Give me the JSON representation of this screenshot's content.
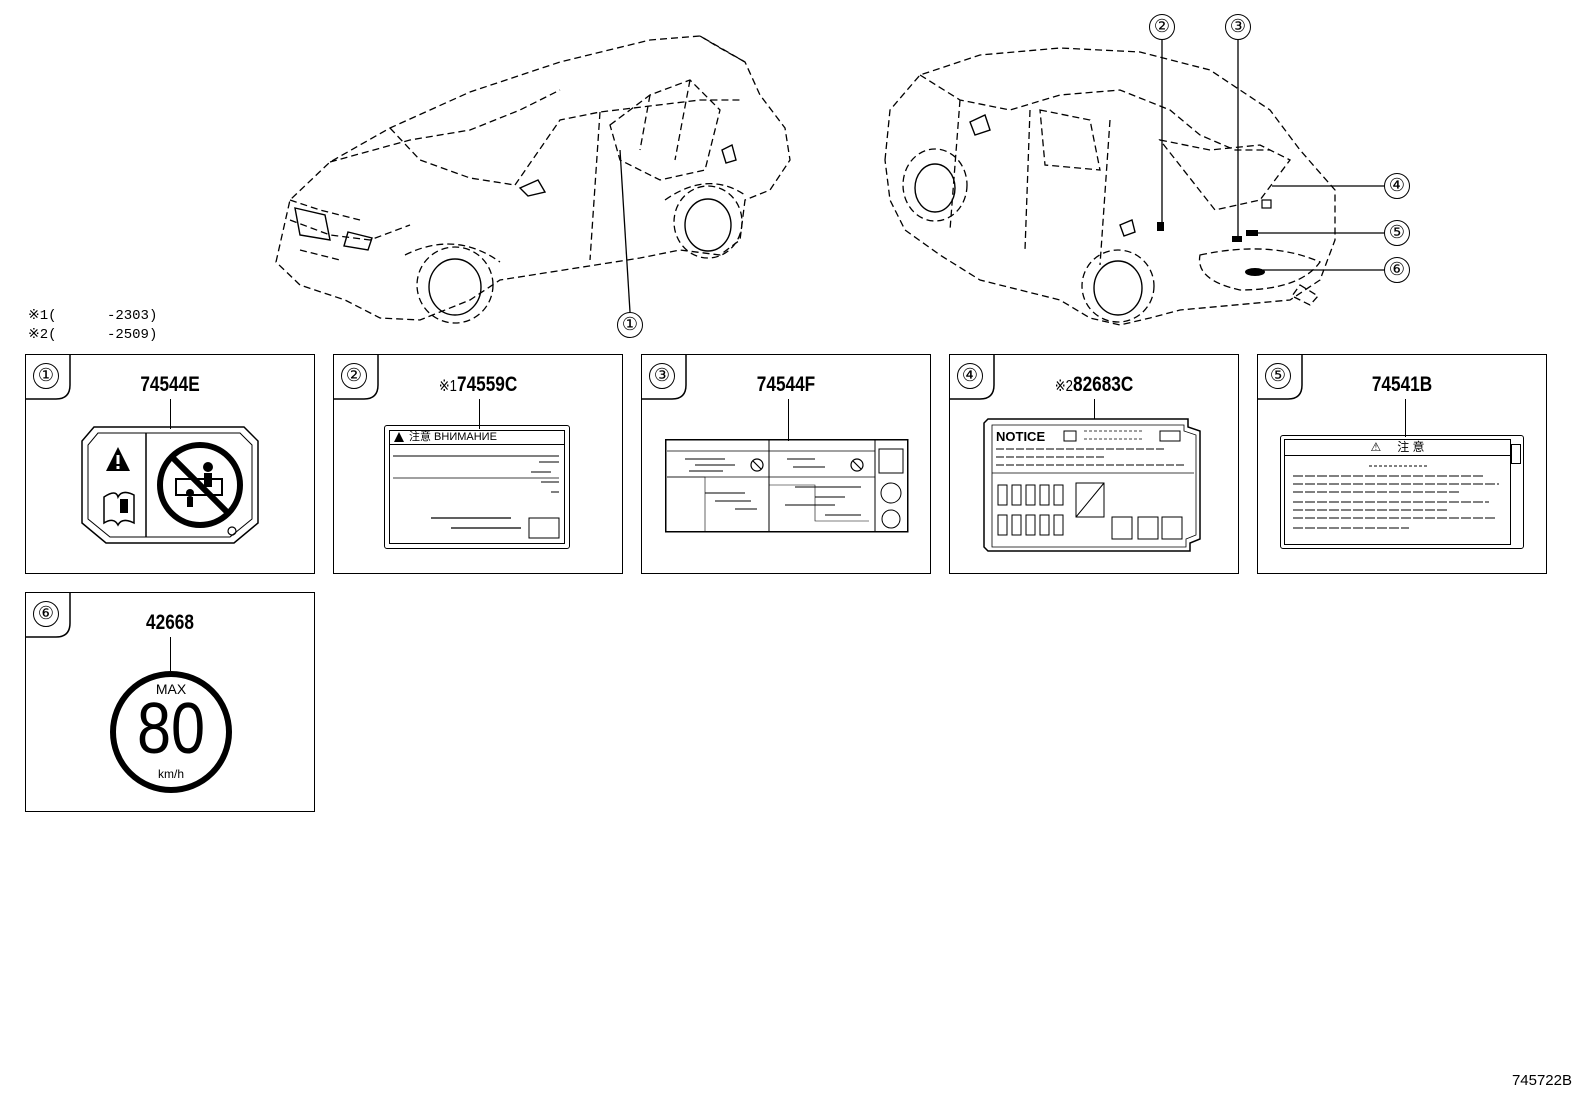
{
  "notes": [
    {
      "mark": "※1",
      "text": "(      -2303)"
    },
    {
      "mark": "※2",
      "text": "(      -2509)"
    }
  ],
  "callouts": [
    "①",
    "②",
    "③",
    "④",
    "⑤",
    "⑥"
  ],
  "panels": [
    {
      "num": "①",
      "prefix": "",
      "part": "74544E"
    },
    {
      "num": "②",
      "prefix": "※1",
      "part": "74559C"
    },
    {
      "num": "③",
      "prefix": "",
      "part": "74544F"
    },
    {
      "num": "④",
      "prefix": "※2",
      "part": "82683C"
    },
    {
      "num": "⑤",
      "prefix": "",
      "part": "74541B"
    },
    {
      "num": "⑥",
      "prefix": "",
      "part": "42668"
    }
  ],
  "labels": {
    "p2_header": "注意  ВНИМАНИЕ",
    "p4_header": "NOTICE",
    "p5_header": "注    意",
    "p6_max": "MAX",
    "p6_speed": "80",
    "p6_unit": "km/h"
  },
  "diagram_id": "745722B"
}
